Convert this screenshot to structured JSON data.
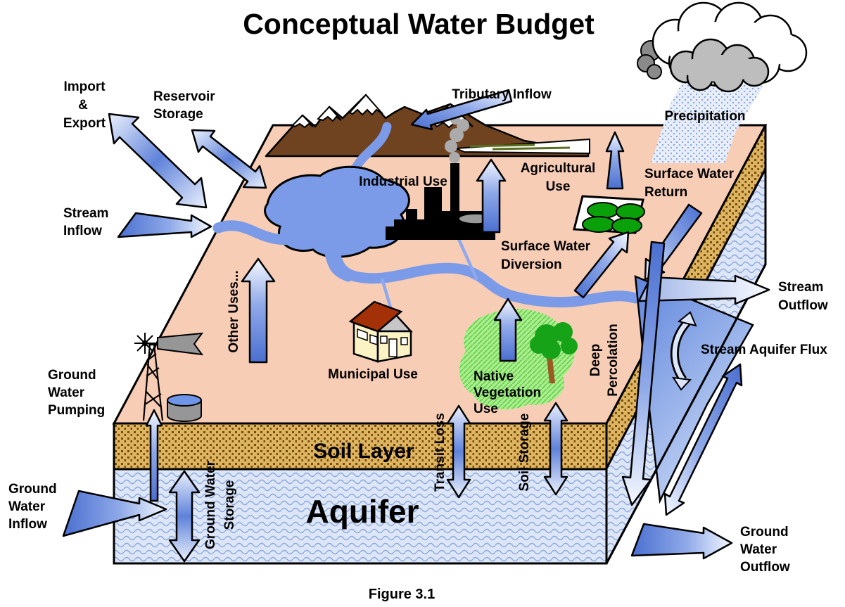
{
  "title": "Conceptual Water Budget",
  "figure_caption": "Figure 3.1",
  "labels": {
    "import_export": [
      "Import",
      "&",
      "Export"
    ],
    "reservoir_storage": [
      "Reservoir",
      "Storage"
    ],
    "stream_inflow": [
      "Stream",
      "Inflow"
    ],
    "tributary_inflow": "Tributary Inflow",
    "precipitation": "Precipitation",
    "industrial_use": "Industrial Use",
    "agricultural_use": [
      "Agricultural",
      "Use"
    ],
    "surface_water_return": [
      "Surface Water",
      "Return"
    ],
    "surface_water_diversion": [
      "Surface Water",
      "Diversion"
    ],
    "stream_outflow": [
      "Stream",
      "Outflow"
    ],
    "stream_aquifer_flux": "Stream Aquifer Flux",
    "other_uses": "Other Uses...",
    "municipal_use": "Municipal Use",
    "native_vegetation_use": [
      "Native",
      "Vegetation",
      "Use"
    ],
    "deep_percolation": [
      "Deep",
      "Percolation"
    ],
    "transit_loss": "Transit Loss",
    "soil_storage": "Soil Storage",
    "ground_water_storage": [
      "Ground Water",
      "Storage"
    ],
    "ground_water_pumping": [
      "Ground",
      "Water",
      "Pumping"
    ],
    "ground_water_inflow": [
      "Ground",
      "Water",
      "Inflow"
    ],
    "ground_water_outflow": [
      "Ground",
      "Water",
      "Outflow"
    ],
    "soil_layer": "Soil Layer",
    "aquifer": "Aquifer"
  },
  "colors": {
    "land_surface": "#F8CDB5",
    "water_blue": "#7B9BE8",
    "arrow_dark_blue": "#4A6FD0",
    "arrow_light": "#F4F8FF",
    "soil_tan": "#DCB564",
    "soil_dot_brown": "#7C4A00",
    "aquifer_light_blue": "#DCE6F7",
    "aquifer_wave_blue": "#8AA6DC",
    "mountain_brown": "#6F4320",
    "vegetation_green": "#ABEF8D",
    "crop_green": "#0AA00A",
    "roof_red": "#A33007",
    "cloud_gray": "#BDBDBD"
  }
}
